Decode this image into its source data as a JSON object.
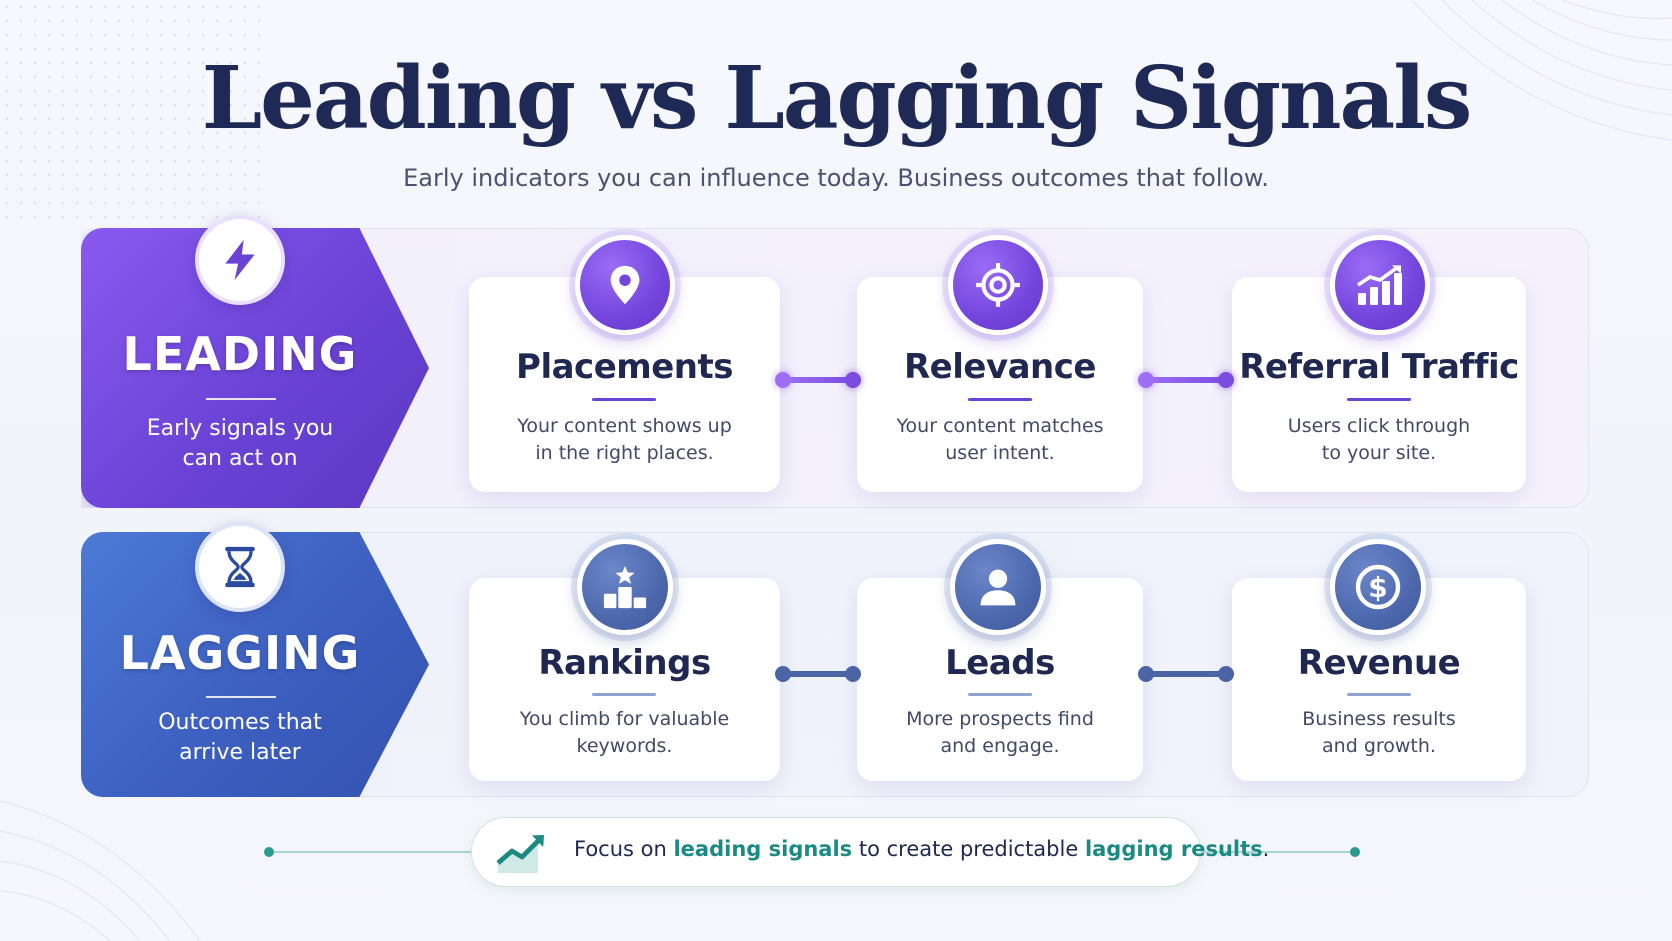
{
  "title": "Leading vs Lagging Signals",
  "subtitle": "Early indicators you can influence today. Business outcomes that follow.",
  "colors": {
    "leading_accent": "#6a43d6",
    "lagging_accent": "#3c5fc0",
    "highlight": "#1b8a82"
  },
  "leading": {
    "label": "LEADING",
    "description_line1": "Early signals you",
    "description_line2": "can act on",
    "icon": "lightning-bolt-icon",
    "cards": [
      {
        "title": "Placements",
        "line1": "Your content shows up",
        "line2": "in the right places.",
        "icon": "location-pin-icon"
      },
      {
        "title": "Relevance",
        "line1": "Your content matches",
        "line2": "user intent.",
        "icon": "target-crosshair-icon"
      },
      {
        "title": "Referral Traffic",
        "line1": "Users click through",
        "line2": "to your site.",
        "icon": "growth-chart-icon"
      }
    ]
  },
  "lagging": {
    "label": "LAGGING",
    "description_line1": "Outcomes that",
    "description_line2": "arrive later",
    "icon": "hourglass-icon",
    "cards": [
      {
        "title": "Rankings",
        "line1": "You climb for valuable",
        "line2": "keywords.",
        "icon": "podium-star-icon"
      },
      {
        "title": "Leads",
        "line1": "More prospects find",
        "line2": "and engage.",
        "icon": "user-icon"
      },
      {
        "title": "Revenue",
        "line1": "Business results",
        "line2": "and growth.",
        "icon": "dollar-coin-icon"
      }
    ]
  },
  "callout": {
    "text_before": "Focus on ",
    "highlight1": "leading signals",
    "text_middle": " to create predictable ",
    "highlight2": "lagging results",
    "text_after": ".",
    "icon": "trend-up-icon"
  }
}
